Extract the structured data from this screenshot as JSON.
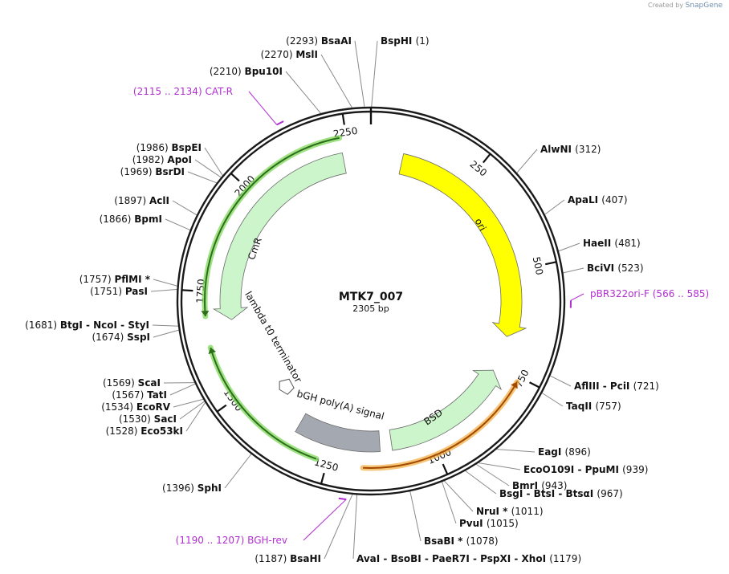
{
  "credit": {
    "created_by": "Created by",
    "brand": "SnapGene"
  },
  "plasmid": {
    "name": "MTK7_007",
    "length_label": "2305 bp",
    "length": 2305
  },
  "colors": {
    "backbone": "#1a1a1a",
    "ori": "#ffff00",
    "resistance": "#ccf5cc",
    "resistance_stroke": "#3c8c3c",
    "terminator": "#a4a8b0",
    "halo_green": "#7fd85a",
    "halo_orange": "#f3b24a",
    "arrow_dark_green": "#2d6e1a",
    "arrow_dark_orange": "#a14a00",
    "primer": "#b12fd1"
  },
  "ticks": [
    {
      "position": 250,
      "label": "250"
    },
    {
      "position": 500,
      "label": "500"
    },
    {
      "position": 750,
      "label": "750"
    },
    {
      "position": 1000,
      "label": "1000"
    },
    {
      "position": 1250,
      "label": "1250"
    },
    {
      "position": 1500,
      "label": "1500"
    },
    {
      "position": 1750,
      "label": "1750"
    },
    {
      "position": 2000,
      "label": "2000"
    },
    {
      "position": 2250,
      "label": "2250"
    }
  ],
  "features": [
    {
      "name": "ori",
      "label": "ori",
      "start": 80,
      "end": 670,
      "strand": 1,
      "ring": "outer",
      "color": "#ffff00"
    },
    {
      "name": "bsd",
      "label": "BSD",
      "start": 765,
      "end": 1100,
      "strand": -1,
      "ring": "outer",
      "color": "#ccf5cc"
    },
    {
      "name": "bgh-polya",
      "label": "bGH poly(A) signal",
      "start": 1130,
      "end": 1345,
      "strand": 0,
      "ring": "outer",
      "color": "#a4a8b0"
    },
    {
      "name": "cmr",
      "label": "CmR",
      "start": 1680,
      "end": 2235,
      "strand": -1,
      "ring": "outer",
      "color": "#ccf5cc"
    },
    {
      "name": "lambda-t0",
      "label": "lambda t0 terminator",
      "start": 1400,
      "end": 1500,
      "strand": 0,
      "ring": "inner",
      "color": "#ffffff"
    }
  ],
  "orfs": [
    {
      "name": "orf-orange",
      "start": 762,
      "end": 1170,
      "strand": -1,
      "halo": "#f3b24a",
      "arrow": "#a14a00"
    },
    {
      "name": "orf-green-1",
      "start": 1275,
      "end": 1625,
      "strand": 1,
      "halo": "#7fd85a",
      "arrow": "#2d6e1a"
    },
    {
      "name": "orf-green-2",
      "start": 1695,
      "end": 2235,
      "strand": -1,
      "halo": "#7fd85a",
      "arrow": "#2d6e1a"
    }
  ],
  "primers": [
    {
      "name": "CAT-R",
      "position": 2125,
      "range": "(2115 .. 2134)",
      "label": "CAT-R",
      "side": "left"
    },
    {
      "name": "pBR322ori-F",
      "position": 575,
      "range": "(566 .. 585)",
      "label": "pBR322ori-F",
      "side": "right"
    },
    {
      "name": "BGH-rev",
      "position": 1198,
      "range": "(1190 .. 1207)",
      "label": "BGH-rev",
      "side": "left"
    }
  ],
  "sites": [
    {
      "position": 1,
      "num": "(1)",
      "names": "BspHI",
      "side": "right"
    },
    {
      "position": 2293,
      "num": "(2293)",
      "names": "BsaAI",
      "side": "left"
    },
    {
      "position": 2270,
      "num": "(2270)",
      "names": "MslI",
      "side": "left"
    },
    {
      "position": 2210,
      "num": "(2210)",
      "names": "Bpu10I",
      "side": "left"
    },
    {
      "position": 312,
      "num": "(312)",
      "names": "AlwNI",
      "side": "right"
    },
    {
      "position": 407,
      "num": "(407)",
      "names": "ApaLI",
      "side": "right"
    },
    {
      "position": 481,
      "num": "(481)",
      "names": "HaeII",
      "side": "right"
    },
    {
      "position": 523,
      "num": "(523)",
      "names": "BciVI",
      "side": "right"
    },
    {
      "position": 721,
      "num": "(721)",
      "names": "AflIII  - PciI",
      "side": "right"
    },
    {
      "position": 757,
      "num": "(757)",
      "names": "TaqII",
      "side": "right"
    },
    {
      "position": 896,
      "num": "(896)",
      "names": "EagI",
      "side": "right"
    },
    {
      "position": 939,
      "num": "(939)",
      "names": "EcoO109I  - PpuMI",
      "side": "right"
    },
    {
      "position": 943,
      "num": "(943)",
      "names": "BmrI",
      "side": "right"
    },
    {
      "position": 967,
      "num": "(967)",
      "names": "BsgI  - BtsI  - BtsαI",
      "side": "right"
    },
    {
      "position": 1011,
      "num": "(1011)",
      "names": "NruI *",
      "side": "right"
    },
    {
      "position": 1015,
      "num": "(1015)",
      "names": "PvuI",
      "side": "right"
    },
    {
      "position": 1078,
      "num": "(1078)",
      "names": "BsaBI *",
      "side": "right"
    },
    {
      "position": 1179,
      "num": "(1179)",
      "names": "AvaI  - BsoBI  - PaeR7I  - PspXI  - XhoI",
      "side": "right"
    },
    {
      "position": 1187,
      "num": "(1187)",
      "names": "BsaHI",
      "side": "left"
    },
    {
      "position": 1396,
      "num": "(1396)",
      "names": "SphI",
      "side": "left"
    },
    {
      "position": 1528,
      "num": "(1528)",
      "names": "Eco53kI",
      "side": "left"
    },
    {
      "position": 1530,
      "num": "(1530)",
      "names": "SacI",
      "side": "left"
    },
    {
      "position": 1534,
      "num": "(1534)",
      "names": "EcoRV",
      "side": "left"
    },
    {
      "position": 1567,
      "num": "(1567)",
      "names": "TatI",
      "side": "left"
    },
    {
      "position": 1569,
      "num": "(1569)",
      "names": "ScaI",
      "side": "left"
    },
    {
      "position": 1674,
      "num": "(1674)",
      "names": "SspI",
      "side": "left"
    },
    {
      "position": 1681,
      "num": "(1681)",
      "names": "BtgI  - NcoI  - StyI",
      "side": "left"
    },
    {
      "position": 1751,
      "num": "(1751)",
      "names": "PasI",
      "side": "left"
    },
    {
      "position": 1757,
      "num": "(1757)",
      "names": "PflMI *",
      "side": "left"
    },
    {
      "position": 1866,
      "num": "(1866)",
      "names": "BpmI",
      "side": "left"
    },
    {
      "position": 1897,
      "num": "(1897)",
      "names": "AclI",
      "side": "left"
    },
    {
      "position": 1969,
      "num": "(1969)",
      "names": "BsrDI",
      "side": "left"
    },
    {
      "position": 1982,
      "num": "(1982)",
      "names": "ApoI",
      "side": "left"
    },
    {
      "position": 1986,
      "num": "(1986)",
      "names": "BspEI",
      "side": "left"
    }
  ]
}
